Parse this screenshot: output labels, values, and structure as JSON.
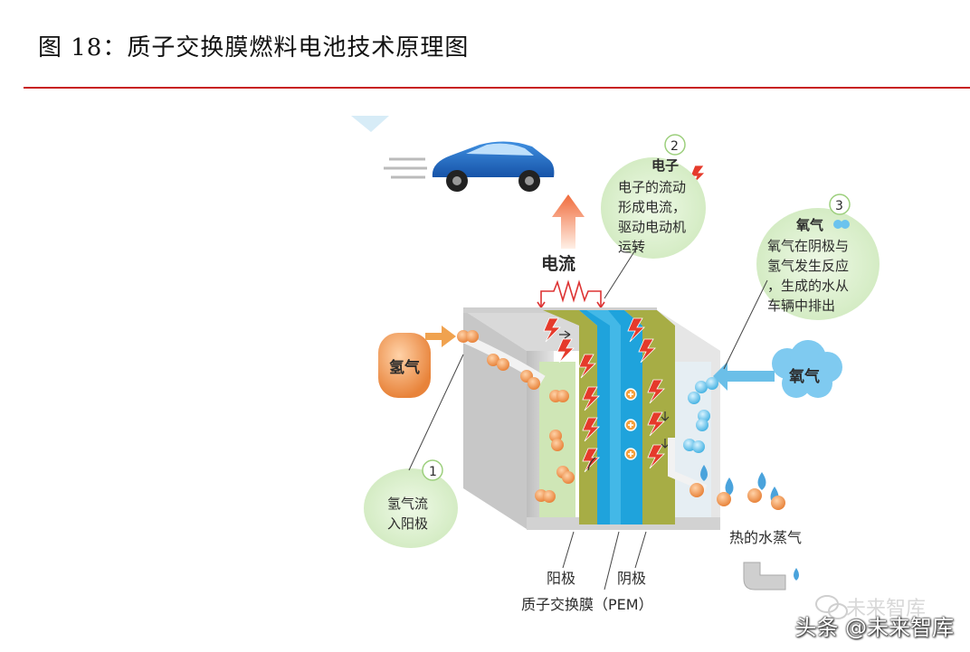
{
  "figure_title": "图 18：质子交换膜燃料电池技术原理图",
  "labels": {
    "current": "电流",
    "hydrogen_in": "氢气",
    "oxygen_in": "氧气",
    "anode": "阳极",
    "cathode": "阴极",
    "pem": "质子交换膜（PEM）",
    "steam": "热的水蒸气"
  },
  "steps": [
    {
      "number": "1",
      "title": "氢气流",
      "lines": [
        "入阳极"
      ]
    },
    {
      "number": "2",
      "title": "电子",
      "lines": [
        "电子的流动",
        "形成电流，",
        "驱动电动机",
        "运转"
      ]
    },
    {
      "number": "3",
      "title": "氧气",
      "lines": [
        "氧气在阴极与",
        "氢气发生反应",
        "，生成的水从",
        "车辆中排出"
      ]
    }
  ],
  "watermark": "头条 @未来智库",
  "watermark_faint": "未来智库",
  "colors": {
    "accent_red": "#c81e1e",
    "pem_blue": "#1fa3dc",
    "electrode_green": "#9aa83a"
  }
}
